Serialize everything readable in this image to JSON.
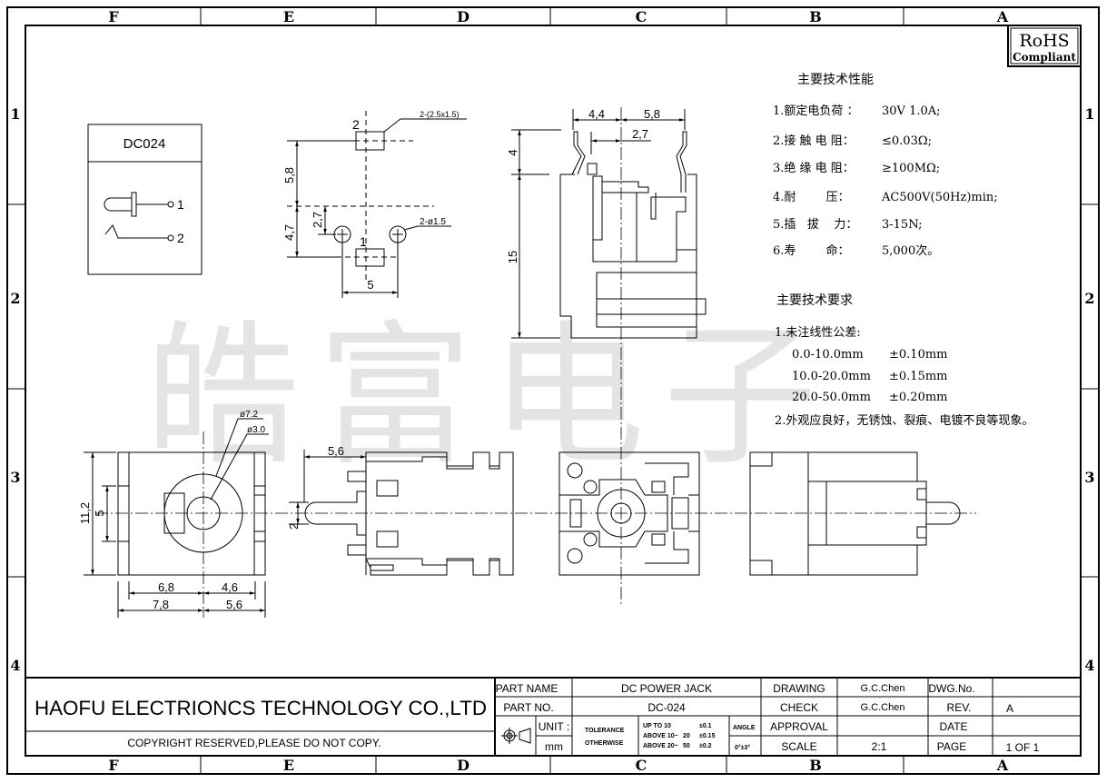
{
  "frame": {
    "columns": [
      "F",
      "E",
      "D",
      "C",
      "B",
      "A"
    ],
    "rows": [
      "1",
      "2",
      "3",
      "4"
    ]
  },
  "rohs": {
    "title": "RoHS",
    "subtitle": "Compliant"
  },
  "watermark": "皓富电子",
  "symbol_box": {
    "title": "DC024",
    "pin1": "1",
    "pin2": "2"
  },
  "footprint": {
    "pad2_label": "2",
    "pad1_label": "1",
    "pad_note": "2-(2.5x1.5)",
    "hole_note": "2-ø1.5",
    "dims": {
      "d58": "5,8",
      "d47": "4,7",
      "d27": "2,7",
      "d5": "5"
    }
  },
  "side_view_top": {
    "dims": {
      "d44": "4,4",
      "d58": "5,8",
      "d27": "2,7",
      "d4": "4",
      "d15": "15"
    }
  },
  "front_view": {
    "dia_outer": "ø7.2",
    "dia_inner": "ø3.0",
    "dims": {
      "d112": "11,2",
      "d5": "5",
      "d68": "6,8",
      "d46": "4,6",
      "d78": "7,8",
      "d56": "5,6"
    }
  },
  "side_view_bottom": {
    "dims": {
      "d56": "5,6",
      "d2": "2"
    }
  },
  "specs": {
    "title": "主要技术性能",
    "items": [
      {
        "label": "1.额定电负荷 ：",
        "value": "30V 1.0A;"
      },
      {
        "label": "2.接 触 电 阻：",
        "value": "≤0.03Ω;"
      },
      {
        "label": "3.绝 缘 电 阻：",
        "value": "≥100MΩ;"
      },
      {
        "label": "4.耐        压：",
        "value": "AC500V(50Hz)min;"
      },
      {
        "label": "5.插   拔    力：",
        "value": "3-15N;"
      },
      {
        "label": "6.寿        命：",
        "value": "5,000次。"
      }
    ]
  },
  "requirements": {
    "title": "主要技术要求",
    "item1": "1.未注线性公差:",
    "tolerances": [
      {
        "range": "0.0-10.0mm",
        "tol": "±0.10mm"
      },
      {
        "range": "10.0-20.0mm",
        "tol": "±0.15mm"
      },
      {
        "range": "20.0-50.0mm",
        "tol": "±0.20mm"
      }
    ],
    "item2": "2.外观应良好，无锈蚀、裂痕、电镀不良等现象。"
  },
  "title_block": {
    "company": "HAOFU ELECTRIONCS TECHNOLOGY CO.,LTD",
    "copyright": "COPYRIGHT RESERVED,PLEASE DO NOT COPY.",
    "part_name_label": "PART NAME",
    "part_name": "DC POWER JACK",
    "part_no_label": "PART NO.",
    "part_no": "DC-024",
    "unit_label": "UNIT :",
    "unit": "mm",
    "tolerance_label1": "TOLERANCE",
    "tolerance_label2": "OTHERWISE",
    "tol_rows": [
      {
        "range": "UP TO 10",
        "mid": "",
        "tol": "±0.1"
      },
      {
        "range": "ABOVE 10~",
        "mid": "20",
        "tol": "±0.15"
      },
      {
        "range": "ABOVE 20~",
        "mid": "50",
        "tol": "±0.2"
      }
    ],
    "angle_label": "ANGLE",
    "angle": "0°±3°",
    "drawing_label": "DRAWING",
    "drawing": "G.C.Chen",
    "check_label": "CHECK",
    "check": "G.C.Chen",
    "approval_label": "APPROVAL",
    "approval": "",
    "scale_label": "SCALE",
    "scale": "2:1",
    "dwg_no_label": "DWG.No.",
    "dwg_no": "",
    "rev_label": "REV.",
    "rev": "A",
    "date_label": "DATE",
    "date": "",
    "page_label": "PAGE",
    "page": "1 OF 1"
  }
}
